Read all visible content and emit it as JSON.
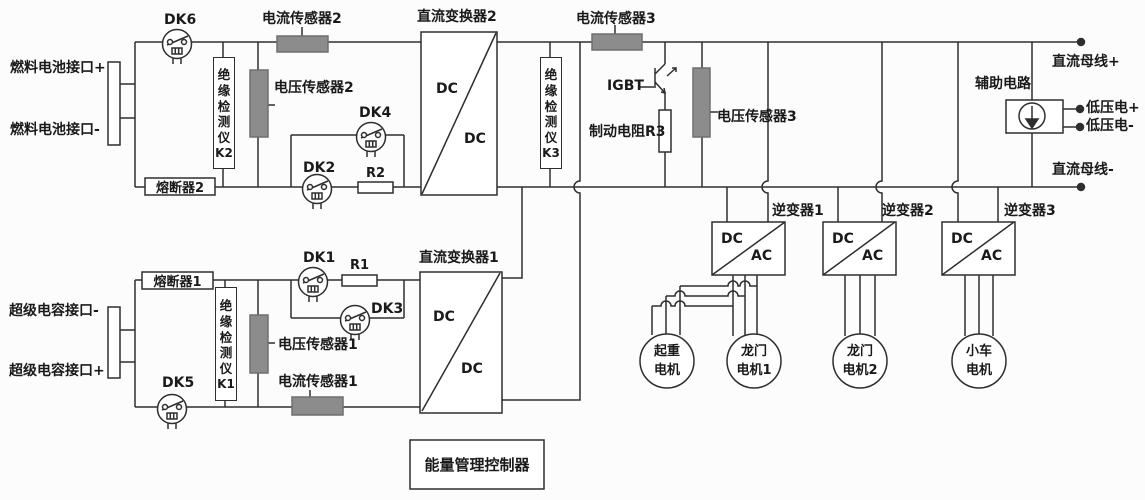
{
  "fuel_cell": {
    "plus": "燃料电池接口+",
    "minus": "燃料电池接口-",
    "fuse": "熔断器2",
    "insulation_text": "绝缘检测仪",
    "insulation_id": "K2"
  },
  "supercap": {
    "minus": "超级电容接口-",
    "plus": "超级电容接口+",
    "fuse": "熔断器1",
    "insulation_text": "绝缘检测仪",
    "insulation_id": "K1"
  },
  "mid_insulation": {
    "text": "绝缘检测仪",
    "id": "K3"
  },
  "contactors": {
    "dk1": "DK1",
    "dk2": "DK2",
    "dk3": "DK3",
    "dk4": "DK4",
    "dk5": "DK5",
    "dk6": "DK6"
  },
  "resistors": {
    "r1": "R1",
    "r2": "R2",
    "brake": "制动电阻R3"
  },
  "igbt": "IGBT",
  "sensors": {
    "current1": "电流传感器1",
    "current2": "电流传感器2",
    "current3": "电流传感器3",
    "voltage1": "电压传感器1",
    "voltage2": "电压传感器2",
    "voltage3": "电压传感器3"
  },
  "converters": {
    "dc2_label": "直流变换器2",
    "dc1_label": "直流变换器1",
    "dc_top": "DC",
    "dc_bottom": "DC"
  },
  "inverters": [
    {
      "label": "逆变器1",
      "dc": "DC",
      "ac": "AC"
    },
    {
      "label": "逆变器2",
      "dc": "DC",
      "ac": "AC"
    },
    {
      "label": "逆变器3",
      "dc": "DC",
      "ac": "AC"
    }
  ],
  "bus": {
    "plus": "直流母线+",
    "minus": "直流母线-",
    "aux": "辅助电路",
    "lv_plus": "低压电+",
    "lv_minus": "低压电-"
  },
  "motors": [
    {
      "line1": "起重",
      "line2": "电机"
    },
    {
      "line1": "龙门",
      "line2": "电机1"
    },
    {
      "line1": "龙门",
      "line2": "电机2"
    },
    {
      "line1": "小车",
      "line2": "电机"
    }
  ],
  "controller": {
    "label": "能量管理控制器"
  },
  "colors": {
    "line": "#2e2e2e",
    "sensor_fill": "#8c8c8c",
    "background": "#fcfcfc"
  }
}
